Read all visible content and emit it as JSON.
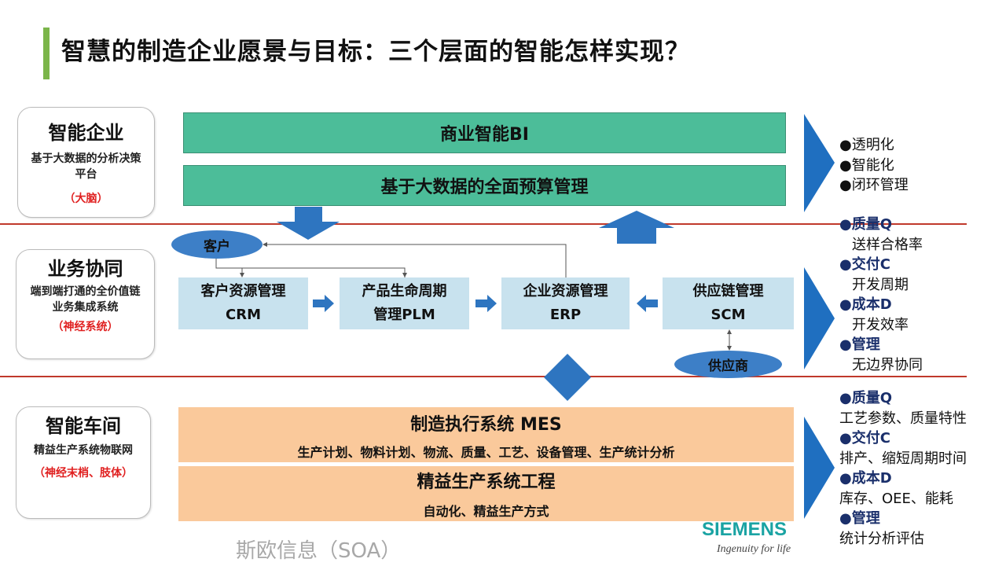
{
  "title": "智慧的制造企业愿景与目标：三个层面的智能怎样实现？",
  "levels": [
    {
      "heading": "智能企业",
      "desc": "基于大数据的分析决策平台",
      "tag": "（大脑）"
    },
    {
      "heading": "业务协同",
      "desc": "端到端打通的全价值链业务集成系统",
      "tag": "（神经系统）"
    },
    {
      "heading": "智能车间",
      "desc": "精益生产系统物联网",
      "tag": "（神经末梢、肢体）"
    }
  ],
  "enterprise": {
    "bar1": "商业智能BI",
    "bar2": "基于大数据的全面预算管理"
  },
  "business": {
    "customer": "客户",
    "supplier": "供应商",
    "systems": [
      {
        "line1": "客户资源管理",
        "line2": "CRM"
      },
      {
        "line1": "产品生命周期",
        "line2": "管理PLM"
      },
      {
        "line1": "企业资源管理",
        "line2": "ERP"
      },
      {
        "line1": "供应链管理",
        "line2": "SCM"
      }
    ]
  },
  "workshop": {
    "mes_title": "制造执行系统 MES",
    "mes_desc": "生产计划、物料计划、物流、质量、工艺、设备管理、生产统计分析",
    "lean_title": "精益生产系统工程",
    "lean_desc": "自动化、精益生产方式"
  },
  "goals": {
    "top": [
      "●透明化",
      "●智能化",
      "●闭环管理"
    ],
    "middle": [
      {
        "k": "●质量Q",
        "v": "送样合格率"
      },
      {
        "k": "●交付C",
        "v": "开发周期"
      },
      {
        "k": "●成本D",
        "v": "开发效率"
      },
      {
        "k": "●管理",
        "v": "无边界协同"
      }
    ],
    "bottom": [
      {
        "k": "●质量Q",
        "v": "工艺参数、质量特性"
      },
      {
        "k": "●交付C",
        "v": "排产、缩短周期时间"
      },
      {
        "k": "●成本D",
        "v": "库存、OEE、能耗"
      },
      {
        "k": "●管理",
        "v": "统计分析评估"
      }
    ]
  },
  "logo": {
    "brand": "SIEMENS",
    "tagline": "Ingenuity for life"
  },
  "watermark": "斯欧信息（SOA）",
  "colors": {
    "green": "#4cbd99",
    "blue": "#3d7fc7",
    "lightblue": "#c8e2ee",
    "orange": "#fac99b",
    "red": "#c0392b"
  }
}
